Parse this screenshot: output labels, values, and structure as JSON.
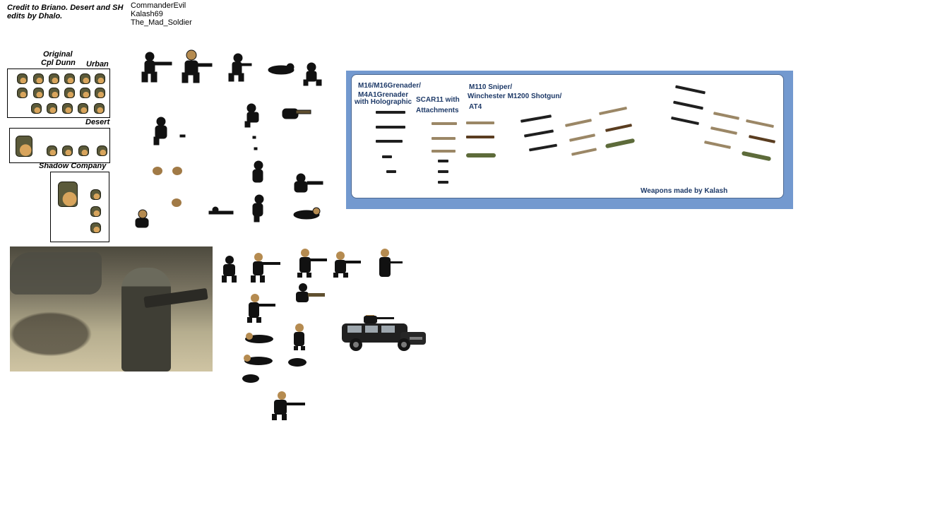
{
  "credits": {
    "line": "Credit to Briano. Desert and SH edits by Dhalo.",
    "names": [
      "CommanderEvil",
      "Kalash69",
      "The_Mad_Soldier"
    ]
  },
  "head_sections": {
    "original": "Original",
    "cpl_dunn": "Cpl Dunn",
    "urban": "Urban",
    "desert": "Desert",
    "shadow_company": "Shadow Company"
  },
  "weapons_panel": {
    "label_1": "M16/M16Grenader/",
    "label_2": "M4A1Grenader",
    "label_3": "with Holographic",
    "label_4": "SCAR11 with",
    "label_5": "Attachments",
    "label_6": "M110 Sniper/",
    "label_7": "Winchester M1200 Shotgun/",
    "label_8": "AT4",
    "footer": "Weapons made by Kalash"
  }
}
